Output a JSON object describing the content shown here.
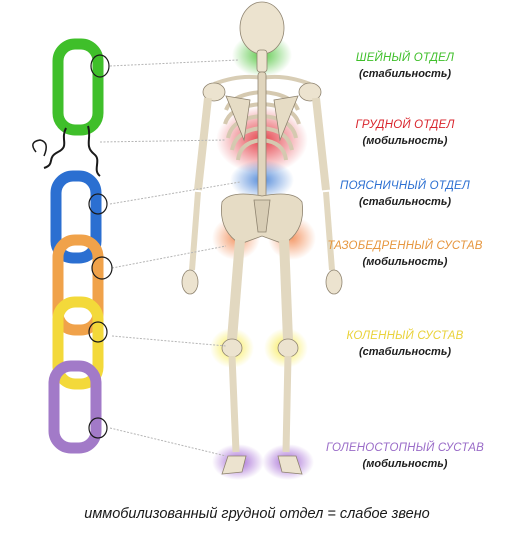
{
  "colors": {
    "cervical": "#3fbf2a",
    "thoracic": "#d9262e",
    "lumbar": "#2b6fd1",
    "hip": "#f0a24a",
    "knee": "#f3d93a",
    "ankle": "#9a6cc8"
  },
  "chain": {
    "links": [
      {
        "id": "cervical",
        "color_key": "cervical"
      },
      {
        "id": "thoracic-broken",
        "color_key": "thoracic"
      },
      {
        "id": "lumbar",
        "color_key": "lumbar"
      },
      {
        "id": "hip",
        "color_key": "hip"
      },
      {
        "id": "knee",
        "color_key": "knee"
      },
      {
        "id": "ankle",
        "color_key": "ankle"
      }
    ]
  },
  "regions": [
    {
      "id": "cervical",
      "name": "ШЕЙНЫЙ ОТДЕЛ",
      "role": "(стабильность)",
      "color_key": "cervical"
    },
    {
      "id": "thoracic",
      "name": "ГРУДНОЙ ОТДЕЛ",
      "role": "(мобильность)",
      "color_key": "thoracic"
    },
    {
      "id": "lumbar",
      "name": "ПОЯСНИЧНЫЙ ОТДЕЛ",
      "role": "(стабильность)",
      "color_key": "lumbar"
    },
    {
      "id": "hip",
      "name": "ТАЗОБЕДРЕННЫЙ СУСТАВ",
      "role": "(мобильность)",
      "color_key": "hip"
    },
    {
      "id": "knee",
      "name": "КОЛЕННЫЙ СУСТАВ",
      "role": "(стабильность)",
      "color_key": "knee"
    },
    {
      "id": "ankle",
      "name": "ГОЛЕНОСТОПНЫЙ СУСТАВ",
      "role": "(мобильность)",
      "color_key": "ankle"
    }
  ],
  "caption": "иммобилизованный грудной отдел = слабое звено"
}
